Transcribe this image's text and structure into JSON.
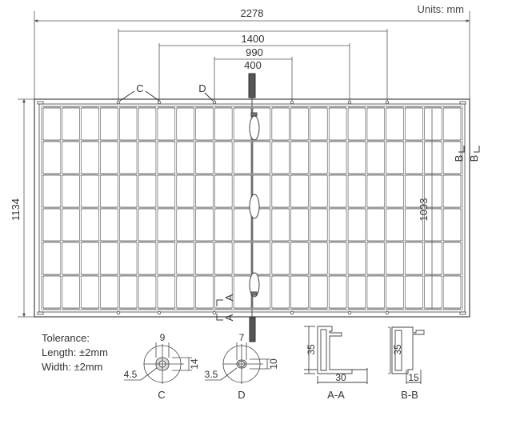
{
  "units_label": "Units: mm",
  "dimensions": {
    "overall_width": "2278",
    "mount_1400": "1400",
    "mount_990": "990",
    "mount_400": "400",
    "overall_height": "1134",
    "inner_height": "1093"
  },
  "callouts": {
    "detail_c": "C",
    "detail_d": "D",
    "section_a": "A",
    "section_b": "B"
  },
  "tolerance": {
    "heading": "Tolerance:",
    "length": "Length: ±2mm",
    "width": "Width: ±2mm"
  },
  "details": {
    "c": {
      "label": "C",
      "dim_top": "9",
      "dim_side": "14",
      "dim_left": "4.5"
    },
    "d": {
      "label": "D",
      "dim_top": "7",
      "dim_side": "10",
      "dim_left": "3.5"
    }
  },
  "sections": {
    "aa": {
      "label": "A-A",
      "height": "35",
      "width": "30"
    },
    "bb": {
      "label": "B-B",
      "height": "35",
      "width": "15"
    }
  }
}
